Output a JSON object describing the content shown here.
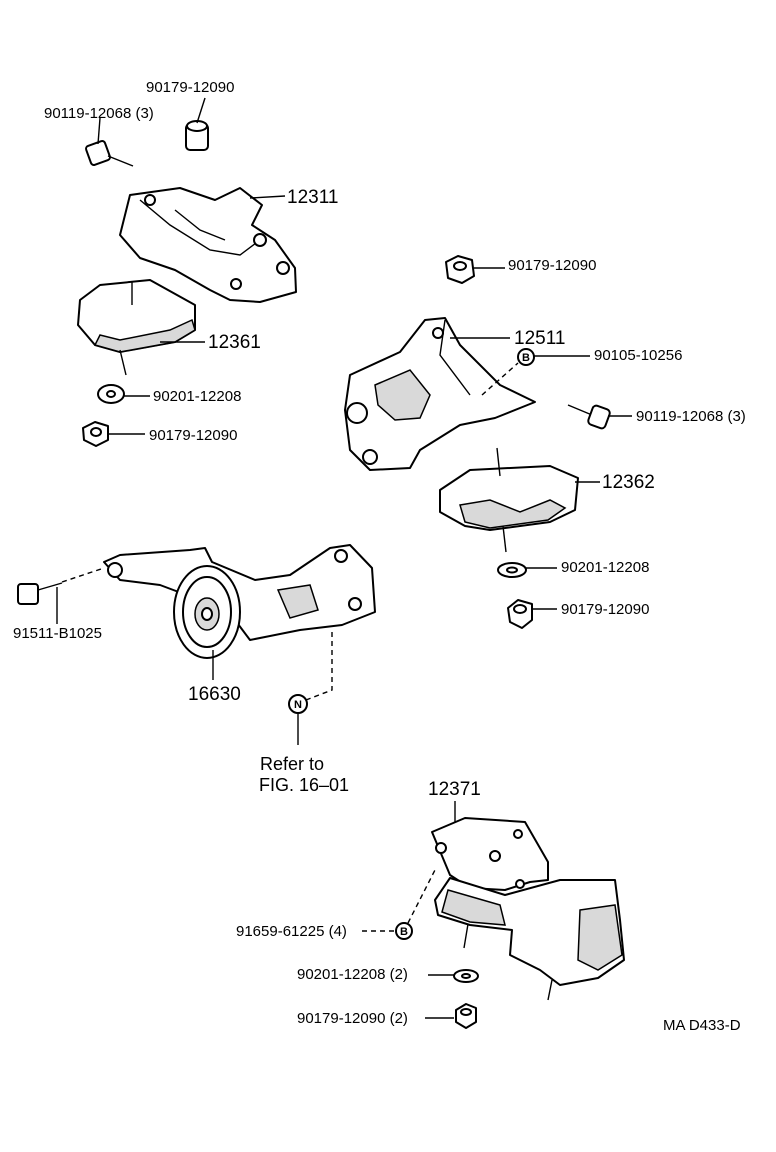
{
  "labels": {
    "nut_top_left": "90179-12090",
    "bolt_top_left": "90119-12068 (3)",
    "bracket_12311": "12311",
    "insulator_12361": "12361",
    "washer_left": "90201-12208",
    "nut_left": "90179-12090",
    "nut_top_right": "90179-12090",
    "bracket_12511": "12511",
    "callout_b_part": "90105-10256",
    "bolt_right": "90119-12068 (3)",
    "insulator_12362": "12362",
    "washer_right": "90201-12208",
    "nut_right": "90179-12090",
    "bolt_91511": "91511-B1025",
    "idler_16630": "16630",
    "refer_line1": "Refer to",
    "refer_line2": "FIG. 16–01",
    "mount_12371": "12371",
    "bolt_91659": "91659-61225 (4)",
    "washer_bottom": "90201-12208 (2)",
    "nut_bottom": "90179-12090 (2)",
    "figure_code": "MA D433-D"
  },
  "callouts": {
    "b_upper": "B",
    "b_lower": "B",
    "n": "N"
  }
}
